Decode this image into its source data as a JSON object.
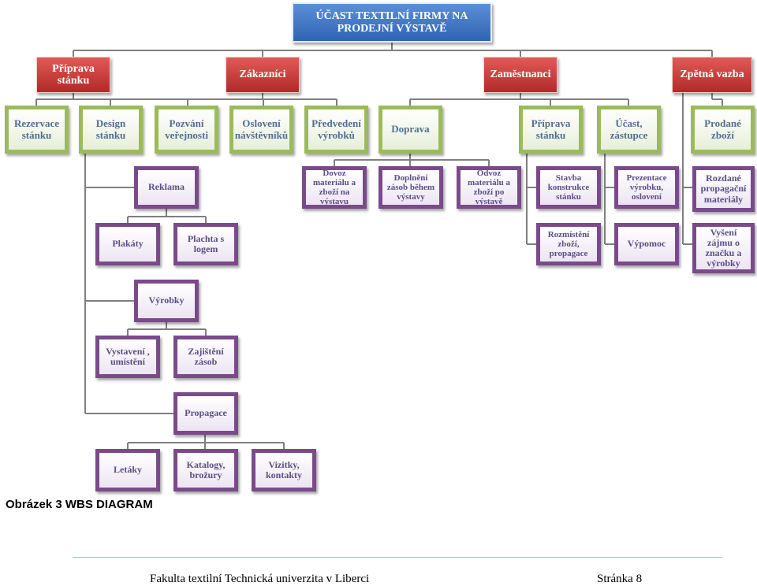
{
  "diagram": {
    "root": "ÚČAST TEXTILNÍ FIRMY NA PRODEJNÍ VÝSTAVĚ",
    "level1": {
      "priprava": "Příprava stánku",
      "zakaznici": "Zákazníci",
      "zamestnanci": "Zaměstnanci",
      "zpetna_vazba": "Zpětná vazba"
    },
    "level2": {
      "rezervace": "Rezervace stánku",
      "design": "Design stánku",
      "pozvani": "Pozvání veřejnosti",
      "osloveni": "Oslovení návštěvníků",
      "predvedeni": "Předvedení výrobků",
      "doprava": "Doprava",
      "priprava_stanku": "Příprava stánku",
      "ucast": "Účast, zástupce",
      "prodane": "Prodané zboží"
    },
    "level3": {
      "reklama": "Reklama",
      "dovoz": "Dovoz materiálu a zboží na výstavu",
      "doplneni": "Doplnění zásob během výstavy",
      "odvoz": "Odvoz materiálu a zboží po výstavě",
      "stavba": "Stavba konstrukce stánku",
      "prezentace": "Prezentace výrobku, oslovení",
      "rozdane": "Rozdané propagační materiály"
    },
    "level4": {
      "plakaty": "Plakáty",
      "plachta": "Plachta s logem",
      "rozmisteni": "Rozmístění zboží, propagace",
      "vypomoc": "Výpomoc",
      "vyseni": "Vyšení zájmu o značku a výrobky"
    },
    "vyrobky": {
      "label": "Výrobky",
      "vystaveni": "Vystavení , umístění",
      "zajisteni": "Zajištění zásob"
    },
    "propagace": {
      "label": "Propagace",
      "letaky": "Letáky",
      "katalogy": "Katalogy, brožury",
      "vizitky": "Vizitky, kontakty"
    }
  },
  "caption": "Obrázek 3 WBS DIAGRAM",
  "footer": {
    "left": "Fakulta textilní Technická univerzita v Liberci",
    "right": "Stránka 8"
  },
  "colors": {
    "root": "#2f64b4",
    "level1": "#c0302d",
    "level2_border": "#9bbb59",
    "level3_border": "#7a4a8b",
    "connector": "#7f7f7f"
  }
}
